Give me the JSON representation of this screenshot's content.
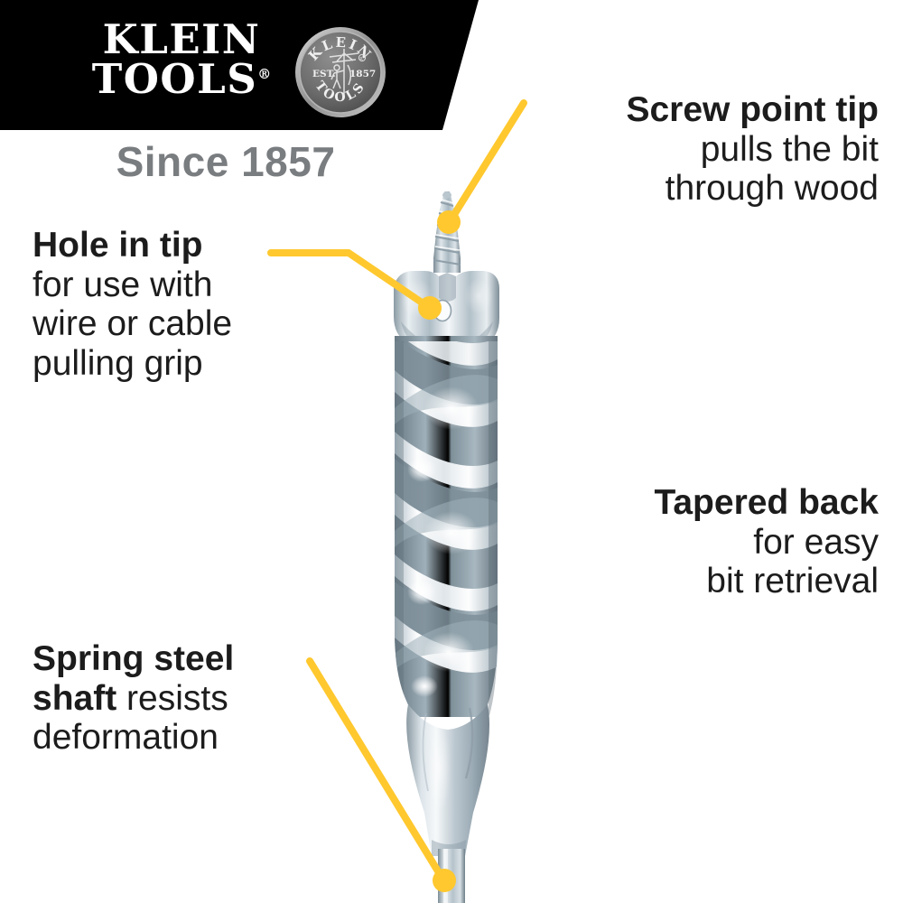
{
  "brand": {
    "wordmark_line1": "KLEIN",
    "wordmark_line2": "TOOLS",
    "registered_mark": "®",
    "tagline": "Since 1857",
    "seal": {
      "top_text": "KLEIN",
      "bottom_text": "TOOLS",
      "left_text": "EST.",
      "right_text": "1857"
    }
  },
  "colors": {
    "banner": "#000000",
    "leader_yellow": "#FFC82E",
    "tagline_gray": "#7A7D80",
    "body_text": "#1C1C1C",
    "steel_light": "#F2F5F7",
    "steel_mid": "#B9C6CE",
    "steel_dark": "#7D8E99"
  },
  "callouts": [
    {
      "id": "screw-point-tip",
      "bold": "Screw point tip",
      "line2": "pulls the bit",
      "line3": "through wood",
      "align": "right",
      "has_leader": true
    },
    {
      "id": "hole-in-tip",
      "bold": "Hole in tip",
      "line2": "for use with",
      "line3": "wire or cable",
      "line4": "pulling grip",
      "align": "left",
      "has_leader": true
    },
    {
      "id": "tapered-back",
      "bold": "Tapered back",
      "line2": "for easy",
      "line3": "bit retrieval",
      "align": "right",
      "has_leader": false
    },
    {
      "id": "spring-steel-shaft",
      "bold_a": "Spring steel",
      "bold_b": "shaft",
      "rest_b": " resists",
      "line3": "deformation",
      "align": "left",
      "has_leader": true
    }
  ],
  "product": {
    "name": "auger-drill-bit",
    "parts": [
      "screw-point-tip",
      "cutting-head",
      "helical-flute",
      "tapered-back",
      "shaft"
    ]
  }
}
